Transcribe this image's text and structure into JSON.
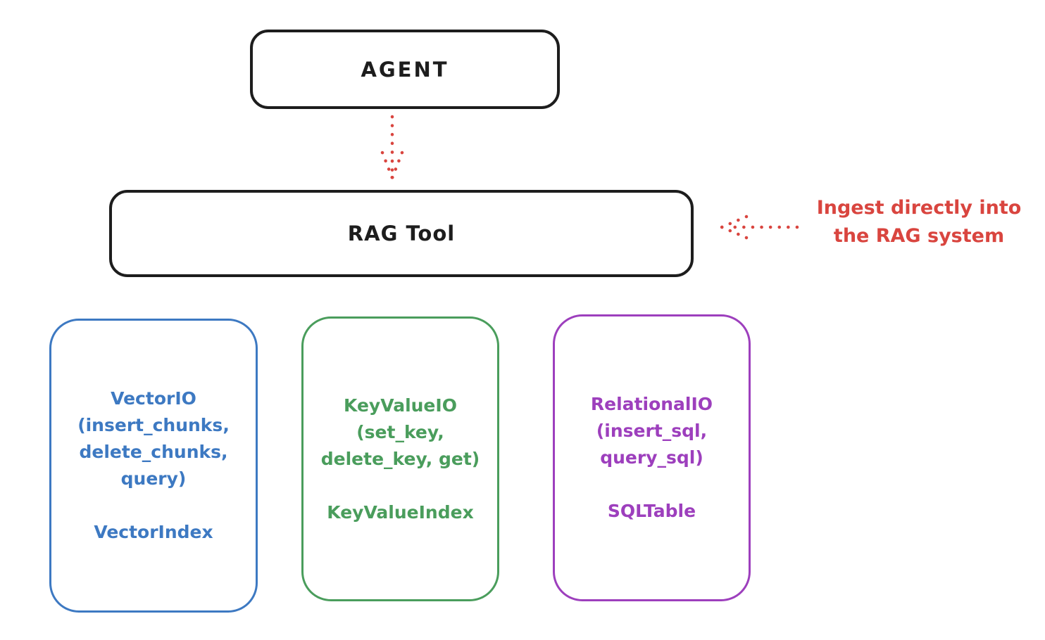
{
  "diagram": {
    "agent": {
      "label": "AGENT"
    },
    "rag_tool": {
      "label": "RAG Tool"
    },
    "annotation": {
      "lines": [
        "Ingest directly into",
        "the RAG system"
      ]
    },
    "arrows": [
      {
        "name": "agent-to-ragtool-arrow",
        "style": "dotted",
        "direction": "down",
        "color": "#d9453f"
      },
      {
        "name": "ingest-annotation-arrow",
        "style": "dotted",
        "direction": "left",
        "color": "#d9453f"
      }
    ],
    "backends": [
      {
        "id": "vector",
        "lines": [
          "VectorIO",
          "(insert_chunks,",
          "delete_chunks,",
          "query)",
          "",
          "VectorIndex"
        ],
        "color": "#3d79c2"
      },
      {
        "id": "keyvalue",
        "lines": [
          "KeyValueIO",
          "(set_key,",
          "delete_key, get)",
          "",
          "KeyValueIndex"
        ],
        "color": "#4a9d5c"
      },
      {
        "id": "relational",
        "lines": [
          "RelationalIO",
          "(insert_sql,",
          "query_sql)",
          "",
          "SQLTable"
        ],
        "color": "#9d3fbd"
      }
    ],
    "colors": {
      "stroke": "#1d1d1d",
      "accent_red": "#d9453f",
      "blue": "#3d79c2",
      "green": "#4a9d5c",
      "purple": "#9d3fbd",
      "background": "#ffffff"
    }
  }
}
